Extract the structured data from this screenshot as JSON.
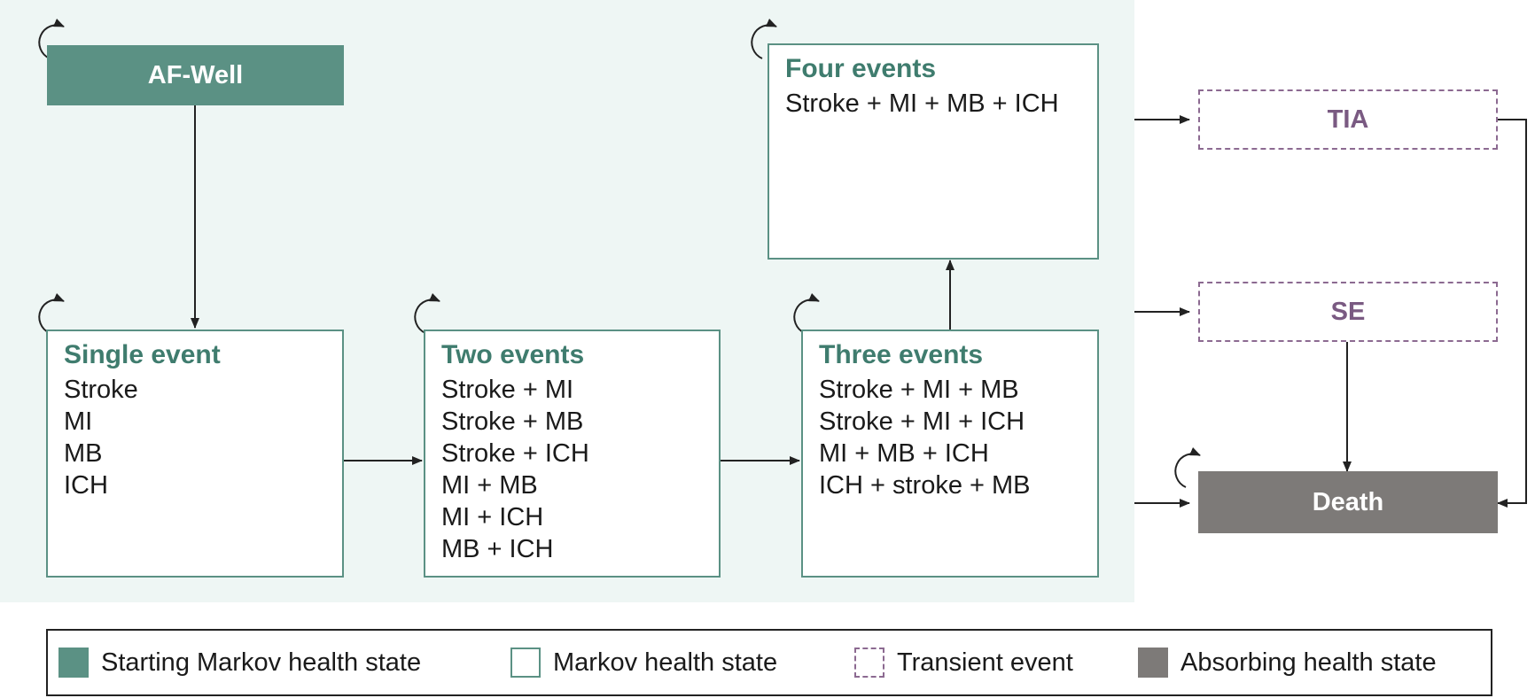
{
  "states": {
    "start": {
      "label": "AF-Well"
    },
    "single": {
      "title": "Single event",
      "items": [
        "Stroke",
        "MI",
        "MB",
        "ICH"
      ]
    },
    "two": {
      "title": "Two events",
      "items": [
        "Stroke + MI",
        "Stroke + MB",
        "Stroke + ICH",
        "MI + MB",
        "MI + ICH",
        "MB + ICH"
      ]
    },
    "three": {
      "title": "Three events",
      "items": [
        "Stroke + MI + MB",
        "Stroke + MI + ICH",
        "MI + MB + ICH",
        "ICH + stroke + MB"
      ]
    },
    "four": {
      "title": "Four events",
      "items": [
        "Stroke + MI + MB + ICH"
      ]
    },
    "tia": {
      "label": "TIA"
    },
    "se": {
      "label": "SE"
    },
    "death": {
      "label": "Death"
    }
  },
  "legend": {
    "starting": "Starting Markov health state",
    "markov": "Markov health state",
    "transient": "Transient event",
    "absorbing": "Absorbing health state"
  },
  "colors": {
    "start_fill": "#5b9184",
    "state_border": "#5b9184",
    "title_text": "#3f7c6e",
    "transient_border": "#8c6a91",
    "transient_text": "#7a5a82",
    "absorbing_fill": "#7d7a78",
    "panel_bg": "#eef6f4"
  }
}
